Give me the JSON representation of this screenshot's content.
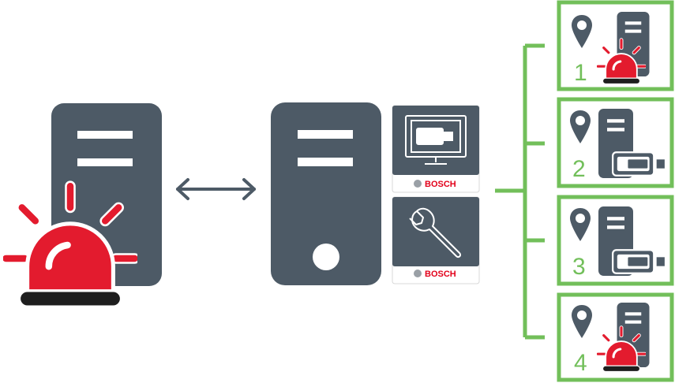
{
  "colors": {
    "server": "#4d5a66",
    "alarm_red": "#e31b2e",
    "alarm_base": "#1e1e1e",
    "tree_green": "#72bf5a",
    "arrow": "#4d5a66",
    "brand_red": "#e2001a"
  },
  "left_server": {
    "icon": "server-with-alarm-icon"
  },
  "connection": {
    "icon": "bidirectional-arrow-icon"
  },
  "center_server": {
    "icon": "server-icon"
  },
  "apps": [
    {
      "icon": "monitor-camera-icon",
      "brand": "BOSCH"
    },
    {
      "icon": "wrench-icon",
      "brand": "BOSCH"
    }
  ],
  "sites": [
    {
      "number": "1",
      "status": "alarm"
    },
    {
      "number": "2",
      "status": "camera"
    },
    {
      "number": "3",
      "status": "camera"
    },
    {
      "number": "4",
      "status": "alarm"
    }
  ]
}
